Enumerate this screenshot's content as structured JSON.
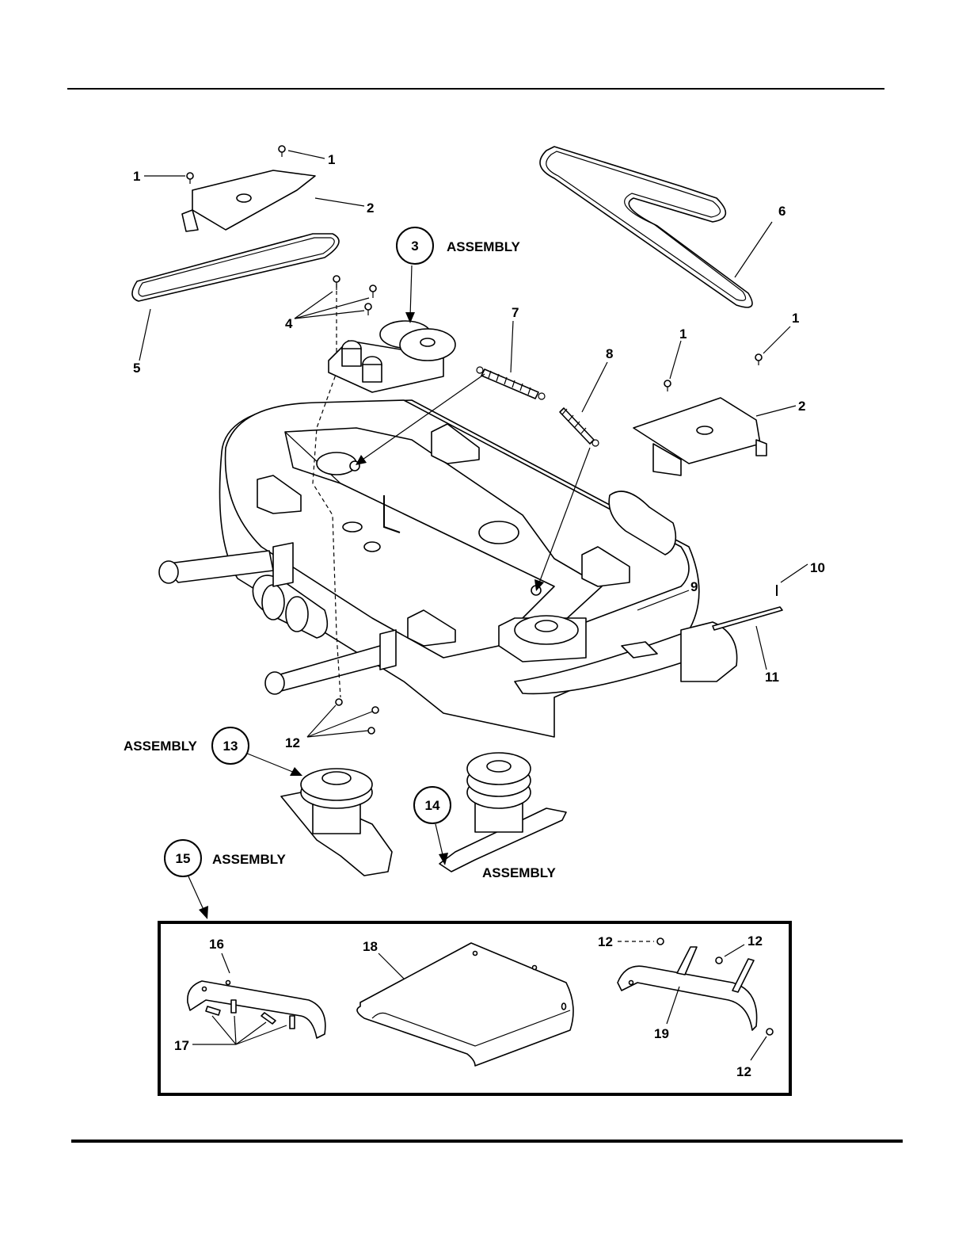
{
  "labels": {
    "l1a": "1",
    "l1b": "1",
    "l1c": "1",
    "l1d": "1",
    "l2a": "2",
    "l2b": "2",
    "l4": "4",
    "l5": "5",
    "l6": "6",
    "l7": "7",
    "l8": "8",
    "l9": "9",
    "l10": "10",
    "l11": "11",
    "l12a": "12",
    "l12b": "12",
    "l12c": "12",
    "l12d": "12",
    "l16": "16",
    "l17": "17",
    "l18": "18",
    "l19": "19"
  },
  "callouts": {
    "c3": "3",
    "c13": "13",
    "c14": "14",
    "c15": "15"
  },
  "assembly_text": "ASSEMBLY"
}
